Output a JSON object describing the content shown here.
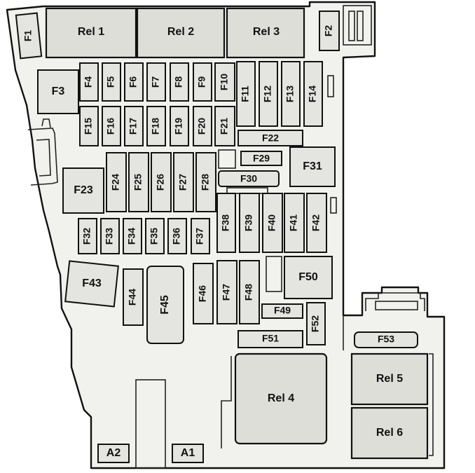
{
  "relays": {
    "rel1": "Rel 1",
    "rel2": "Rel 2",
    "rel3": "Rel 3",
    "rel4": "Rel 4",
    "rel5": "Rel 5",
    "rel6": "Rel 6"
  },
  "fuses": {
    "f1": "F1",
    "f2": "F2",
    "f3": "F3",
    "f4": "F4",
    "f5": "F5",
    "f6": "F6",
    "f7": "F7",
    "f8": "F8",
    "f9": "F9",
    "f10": "F10",
    "f11": "F11",
    "f12": "F12",
    "f13": "F13",
    "f14": "F14",
    "f15": "F15",
    "f16": "F16",
    "f17": "F17",
    "f18": "F18",
    "f19": "F19",
    "f20": "F20",
    "f21": "F21",
    "f22": "F22",
    "f23": "F23",
    "f24": "F24",
    "f25": "F25",
    "f26": "F26",
    "f27": "F27",
    "f28": "F28",
    "f29": "F29",
    "f30": "F30",
    "f31": "F31",
    "f32": "F32",
    "f33": "F33",
    "f34": "F34",
    "f35": "F35",
    "f36": "F36",
    "f37": "F37",
    "f38": "F38",
    "f39": "F39",
    "f40": "F40",
    "f41": "F41",
    "f42": "F42",
    "f43": "F43",
    "f44": "F44",
    "f45": "F45",
    "f46": "F46",
    "f47": "F47",
    "f48": "F48",
    "f49": "F49",
    "f50": "F50",
    "f51": "F51",
    "f52": "F52",
    "f53": "F53"
  },
  "connectors": {
    "a1": "A1",
    "a2": "A2"
  }
}
